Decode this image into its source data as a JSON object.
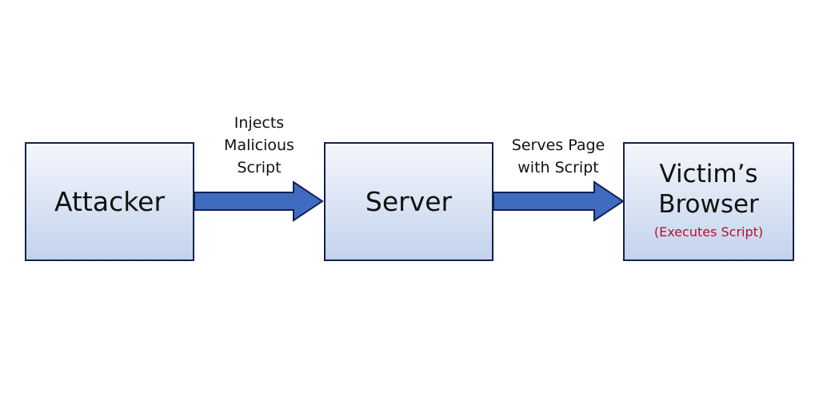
{
  "nodes": {
    "attacker": {
      "label": "Attacker"
    },
    "server": {
      "label": "Server"
    },
    "browser": {
      "label_line1": "Victim’s",
      "label_line2": "Browser",
      "note": "(Executes Script)"
    }
  },
  "edges": {
    "attacker_to_server": {
      "lines": [
        "Injects",
        "Malicious",
        "Script"
      ]
    },
    "server_to_browser": {
      "lines": [
        "Serves Page",
        "with Script"
      ]
    }
  },
  "colors": {
    "box_border": "#13224f",
    "box_fill_top": "#f4f7fc",
    "box_fill_bottom": "#c3d2ec",
    "arrow_fill": "#3f6cc0",
    "arrow_border": "#13224f",
    "note_text": "#b0132a"
  }
}
